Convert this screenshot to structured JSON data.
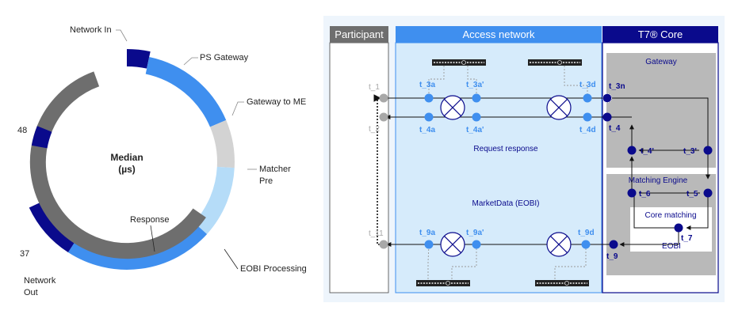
{
  "donut": {
    "center_title": "Median",
    "center_unit": "(µs)",
    "top_value": "48",
    "bottom_value": "37",
    "segments": {
      "network_in": "Network In",
      "ps_gateway": "PS Gateway",
      "gateway_to_me": "Gateway to ME",
      "matcher_pre_1": "Matcher",
      "matcher_pre_2": "Pre",
      "response": "Response",
      "eobi_processing": "EOBI Processing",
      "network_out_1": "Network",
      "network_out_2": "Out"
    },
    "colors": {
      "dark_navy": "#0a0a8c",
      "blue": "#3f8fef",
      "light_gray": "#d3d3d3",
      "light_blue": "#b5dcf8",
      "dark_gray": "#6e6e6e"
    }
  },
  "network": {
    "headers": {
      "participant": "Participant",
      "access": "Access network",
      "core": "T7® Core"
    },
    "gateway_label": "Gateway",
    "matching_label": "Matching Engine",
    "core_matching_label": "Core matching",
    "eobi_label": "EOBI",
    "request_response_label": "Request response",
    "marketdata_label": "MarketData (EOBI)",
    "timestamps": {
      "t1": "t_1",
      "t2": "t_2",
      "t11": "t_11",
      "t3a": "t_3a",
      "t3a_p": "t_3a'",
      "t3d": "t_3d",
      "t3n": "t_3n",
      "t4a": "t_4a",
      "t4a_p": "t_4a'",
      "t4d": "t_4d",
      "t4": "t_4",
      "t4_p": "t_4'",
      "t3_p": "t_3'",
      "t5": "t_5",
      "t6": "t_6",
      "t7": "t_7",
      "t9a": "t_9a",
      "t9a_p": "t_9a'",
      "t9d": "t_9d",
      "t9": "t_9"
    },
    "colors": {
      "header_dark": "#6e6e6e",
      "header_blue": "#3f8fef",
      "header_navy": "#0a0a8c",
      "access_bg": "#d6ebfb",
      "gray_panel": "#b9b9b9",
      "node_blue": "#3f8fef",
      "node_navy": "#0a0a8c",
      "node_gray": "#a8a8a8",
      "label_blue": "#3f8fef",
      "label_navy": "#0a0a8c"
    }
  }
}
